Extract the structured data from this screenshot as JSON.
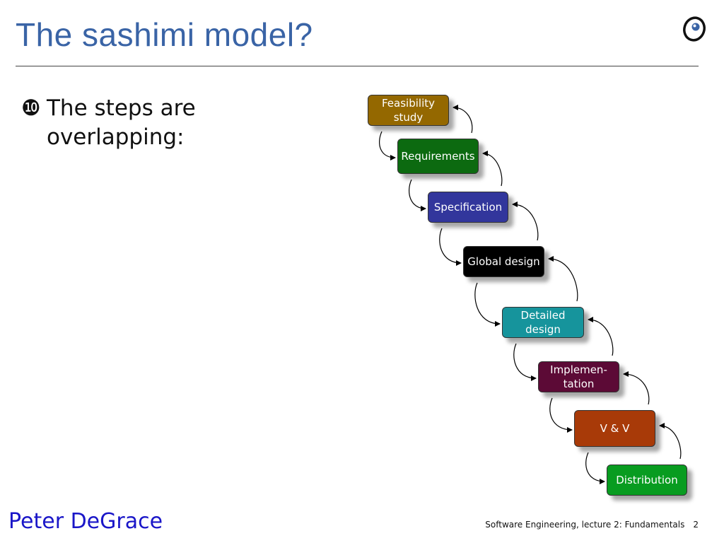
{
  "slide": {
    "title": "The sashimi model?",
    "bullet_mark": "❿",
    "bullet_text": "The steps are overlapping:",
    "author": "Peter DeGrace",
    "footer_text": "Software Engineering, lecture 2: Fundamentals",
    "page_number": "2"
  },
  "steps": [
    {
      "label": "Feasibility study",
      "color": "#946800"
    },
    {
      "label": "Requirements",
      "color": "#0c6a10"
    },
    {
      "label": "Specification",
      "color": "#32369c"
    },
    {
      "label": "Global design",
      "color": "#000000"
    },
    {
      "label": "Detailed design",
      "color": "#16949c"
    },
    {
      "label": "Implemen-tation",
      "color": "#5c0a36"
    },
    {
      "label": "V & V",
      "color": "#a83a08"
    },
    {
      "label": "Distribution",
      "color": "#089c20"
    }
  ],
  "colors": {
    "title": "#3a64a6",
    "author": "#1a16c8"
  },
  "icons": {
    "logo": "eiffel-logo-icon",
    "arrows": "curved-arrow-icon"
  }
}
